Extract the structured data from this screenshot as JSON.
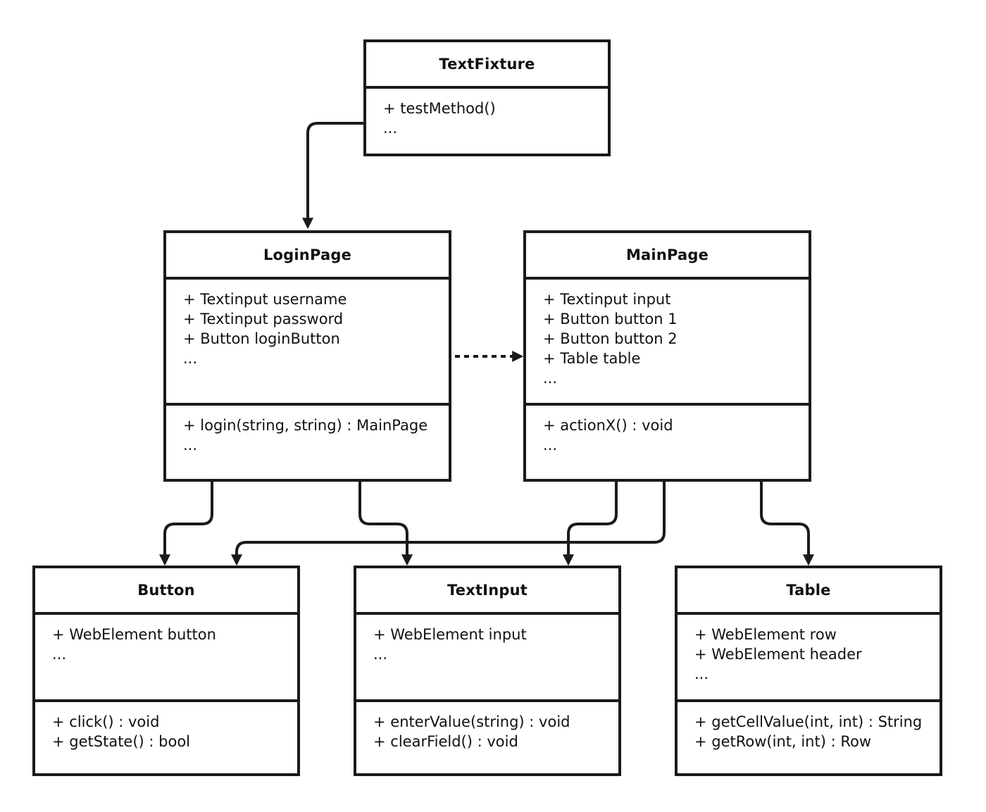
{
  "classes": {
    "textfixture": {
      "name": "TextFixture",
      "attrs": [],
      "methods": [
        "+ testMethod()",
        "..."
      ]
    },
    "loginpage": {
      "name": "LoginPage",
      "attrs": [
        "+ Textinput username",
        "+ Textinput password",
        "+ Button loginButton",
        "..."
      ],
      "methods": [
        "+ login(string, string) : MainPage",
        "..."
      ]
    },
    "mainpage": {
      "name": "MainPage",
      "attrs": [
        "+ Textinput input",
        "+ Button button 1",
        "+ Button button 2",
        "+ Table table",
        "..."
      ],
      "methods": [
        "+ actionX() : void",
        "..."
      ]
    },
    "button": {
      "name": "Button",
      "attrs": [
        "+ WebElement button",
        "..."
      ],
      "methods": [
        "+ click() : void",
        "+ getState() : bool"
      ]
    },
    "textinput": {
      "name": "TextInput",
      "attrs": [
        "+ WebElement input",
        "..."
      ],
      "methods": [
        "+ enterValue(string) : void",
        "+ clearField() : void"
      ]
    },
    "table": {
      "name": "Table",
      "attrs": [
        "+ WebElement row",
        "+ WebElement header",
        "..."
      ],
      "methods": [
        "+ getCellValue(int, int) : String",
        "+ getRow(int, int) : Row"
      ]
    }
  },
  "relations": [
    {
      "from": "textfixture",
      "to": "loginpage",
      "style": "solid"
    },
    {
      "from": "loginpage",
      "to": "mainpage",
      "style": "dotted"
    },
    {
      "from": "loginpage",
      "to": "button",
      "style": "solid"
    },
    {
      "from": "loginpage",
      "to": "textinput",
      "style": "solid"
    },
    {
      "from": "mainpage",
      "to": "textinput",
      "style": "solid"
    },
    {
      "from": "mainpage",
      "to": "button",
      "style": "solid"
    },
    {
      "from": "mainpage",
      "to": "table",
      "style": "solid"
    }
  ]
}
